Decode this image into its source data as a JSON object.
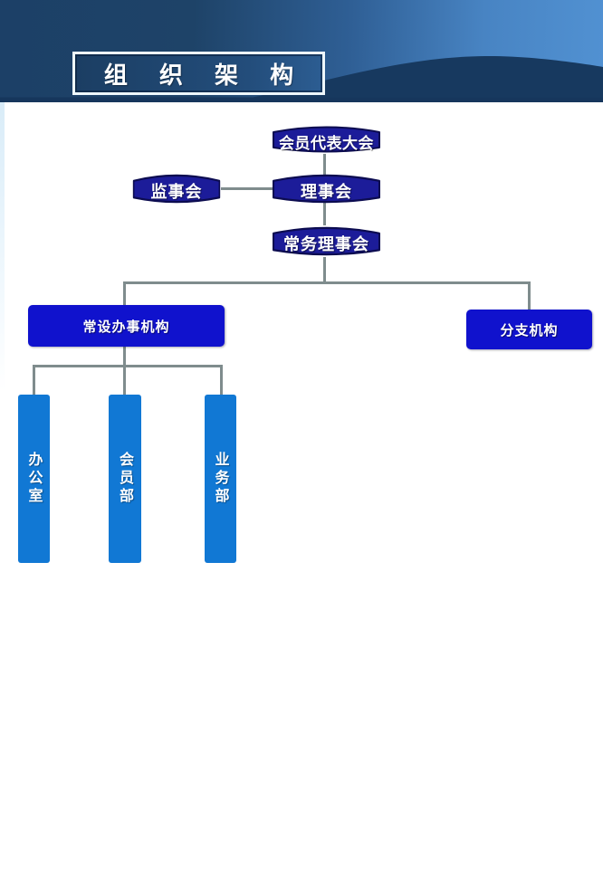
{
  "header": {
    "title": "组 织 架 构"
  },
  "colors": {
    "banner_dark": "#1c4067",
    "banner_light": "#5191d2",
    "banner_wave_navy": "#17395f",
    "banner_bottom_strip": "#16365c",
    "node_navy": "#1c1c99",
    "node_navy_outline": "#0c0c50",
    "node_bright_blue": "#1012cd",
    "node_azure": "#1178d4",
    "connector_gray": "#7f8c8d",
    "title_border_white": "#eef7fc"
  },
  "org_chart": {
    "assembly": {
      "label": "会员代表大会"
    },
    "supervisory": {
      "label": "监事会"
    },
    "council": {
      "label": "理事会"
    },
    "standing_council": {
      "label": "常务理事会"
    },
    "permanent_office": {
      "label": "常设办事机构"
    },
    "branch_org": {
      "label": "分支机构"
    },
    "departments": [
      {
        "label": "办公室"
      },
      {
        "label": "会员部"
      },
      {
        "label": "业务部"
      }
    ]
  }
}
